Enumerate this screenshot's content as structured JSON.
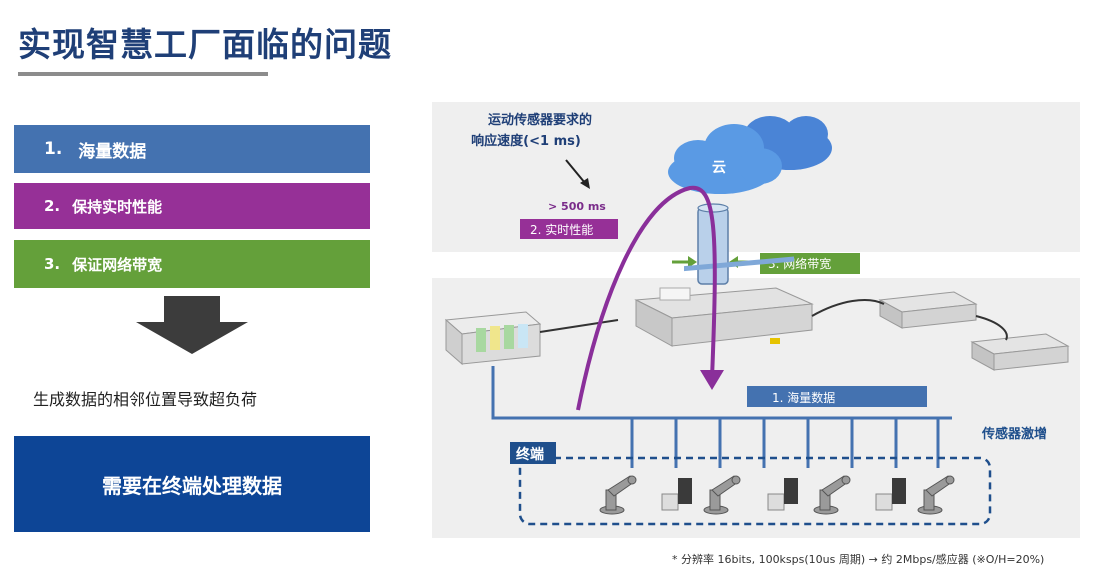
{
  "title": "实现智慧工厂面临的问题",
  "challenges": [
    {
      "number": "1.",
      "label": "海量数据"
    },
    {
      "number": "2.",
      "label": "保持实时性能"
    },
    {
      "number": "3.",
      "label": "保证网络带宽"
    }
  ],
  "problem_text": "生成数据的相邻位置导致超负荷",
  "solution_text": "需要在终端处理数据",
  "diagram": {
    "response_requirement_line1": "运动传感器要求的",
    "response_requirement_line2": "响应速度(<1 ms)",
    "latency_label": "> 500 ms",
    "cloud_label": "云",
    "realtime_tag": "2.   实时性能",
    "bandwidth_tag": "3.   网络带宽",
    "mass_data_tag": "1.   海量数据",
    "sensor_surge_label": "传感器激增",
    "edge_label": "终端"
  },
  "colors": {
    "title": "#1f3f77",
    "challenge_1": "#4472b0",
    "challenge_2": "#963097",
    "challenge_3": "#64a03a",
    "solution": "#0d4596",
    "edge_border": "#1f4f8c"
  },
  "footnote": "* 分辨率 16bits, 100ksps(10us 周期) → 约 2Mbps/感应器 (※O/H=20%)"
}
